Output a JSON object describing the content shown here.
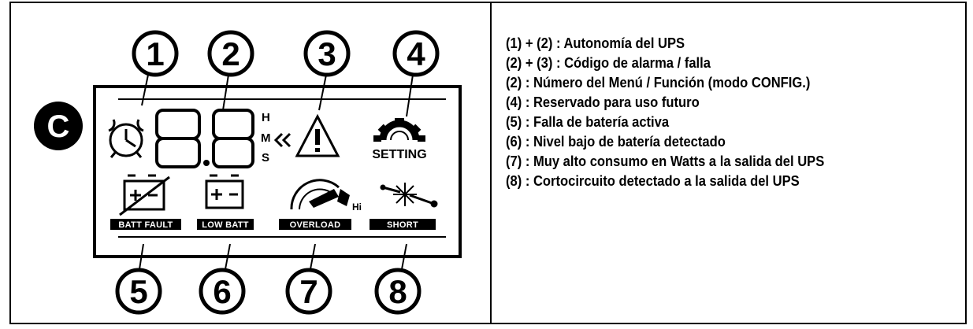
{
  "panel_letter": "C",
  "callout_numbers": [
    "1",
    "2",
    "3",
    "4",
    "5",
    "6",
    "7",
    "8"
  ],
  "display": {
    "digits": "8.8",
    "time_units": [
      "H",
      "M",
      "S"
    ],
    "setting_label": "SETTING",
    "status_labels": [
      "BATT FAULT",
      "LOW BATT",
      "OVERLOAD",
      "SHORT"
    ],
    "hi_label": "Hi"
  },
  "legend": [
    "(1) + (2) : Autonomía del UPS",
    "(2) + (3) : Código de alarma / falla",
    "(2) : Número del Menú / Función (modo CONFIG.)",
    "(4) : Reservado para uso futuro",
    "(5) : Falla de batería activa",
    "(6) : Nivel bajo de batería detectado",
    "(7) : Muy alto consumo en Watts a la salida del UPS",
    "(8) : Cortocircuito detectado a la salida del UPS"
  ]
}
